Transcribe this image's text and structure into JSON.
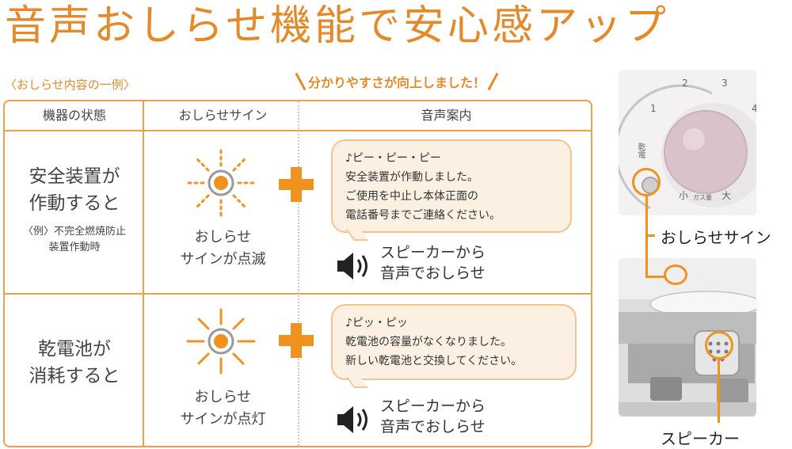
{
  "title": "音声おしらせ機能で安心感アップ",
  "example_label": "〈おしらせ内容の一例〉",
  "slogan": "分かりやすさが向上しました！",
  "table": {
    "headers": [
      "機器の状態",
      "おしらせサイン",
      "音声案内"
    ],
    "rows": [
      {
        "state_line1": "安全装置が",
        "state_line2": "作動すると",
        "sub_line1": "〈例〉不完全燃焼防止",
        "sub_line2": "装置作動時",
        "sign_line1": "おしらせ",
        "sign_line2": "サインが点滅",
        "bubble": [
          "♪ピー・ピー・ピー",
          "安全装置が作動しました。",
          "ご使用を中止し本体正面の",
          "電話番号までご連絡ください。"
        ],
        "speaker_line1": "スピーカーから",
        "speaker_line2": "音声でおしらせ"
      },
      {
        "state_line1": "乾電池が",
        "state_line2": "消耗すると",
        "sign_line1": "おしらせ",
        "sign_line2": "サインが点灯",
        "bubble": [
          "♪ピッ・ピッ",
          "乾電池の容量がなくなりました。",
          "新しい乾電池と交換してください。"
        ],
        "speaker_line1": "スピーカーから",
        "speaker_line2": "音声でおしらせ"
      }
    ]
  },
  "photos": {
    "dial_numbers": [
      "1",
      "2",
      "3",
      "4"
    ],
    "dial_left_label": "乾電",
    "dial_bottom_labels": [
      "小",
      "ガス量",
      "大"
    ],
    "callout_sign": "おしらせサイン",
    "callout_speaker": "スピーカー"
  },
  "colors": {
    "accent": "#e58a2b",
    "plus": "#f0921e",
    "bubble_bg": "#fbf0e2",
    "bubble_border": "#f2c48e"
  }
}
